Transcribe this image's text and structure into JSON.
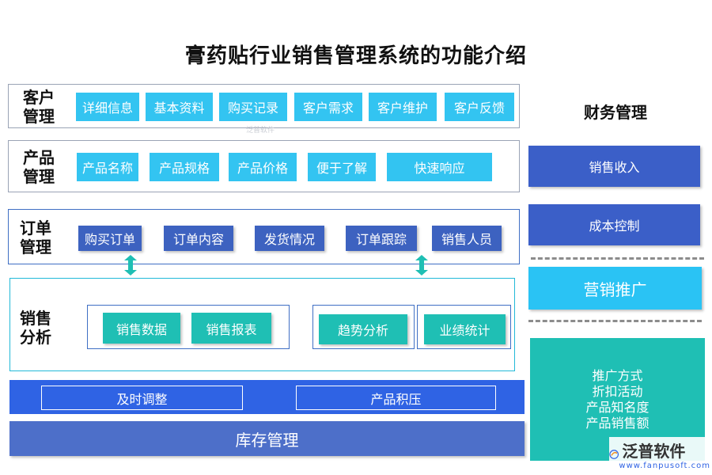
{
  "title": "膏药贴行业销售管理系统的功能介绍",
  "customer": {
    "label": "客户\n管理",
    "items": [
      "详细信息",
      "基本资料",
      "购买记录",
      "客户需求",
      "客户维护",
      "客户反馈"
    ]
  },
  "product": {
    "label": "产品\n管理",
    "items": [
      "产品名称",
      "产品规格",
      "产品价格",
      "便于了解",
      "快速响应"
    ]
  },
  "order": {
    "label": "订单\n管理",
    "items": [
      "购买订单",
      "订单内容",
      "发货情况",
      "订单跟踪",
      "销售人员"
    ]
  },
  "sales": {
    "label": "销售\n分析",
    "items": [
      "销售数据",
      "销售报表",
      "趋势分析",
      "业绩统计"
    ]
  },
  "inventory": {
    "items": [
      "及时调整",
      "产品积压"
    ],
    "label": "库存管理"
  },
  "finance": {
    "label": "财务管理",
    "items": [
      "销售收入",
      "成本控制"
    ]
  },
  "marketing": {
    "label": "营销推广",
    "items": [
      "推广方式",
      "折扣活动",
      "产品知名度",
      "产品销售额"
    ]
  },
  "logo": {
    "name": "泛普软件",
    "url": "www.fanpusoft.com",
    "watermark": "泛普软件"
  },
  "colors": {
    "cyan": "#33c4f1",
    "navy": "#3d62c0",
    "teal": "#1fbfb4",
    "blue_bar": "#2f63e4",
    "inventory_bar": "#4d6fc9"
  }
}
